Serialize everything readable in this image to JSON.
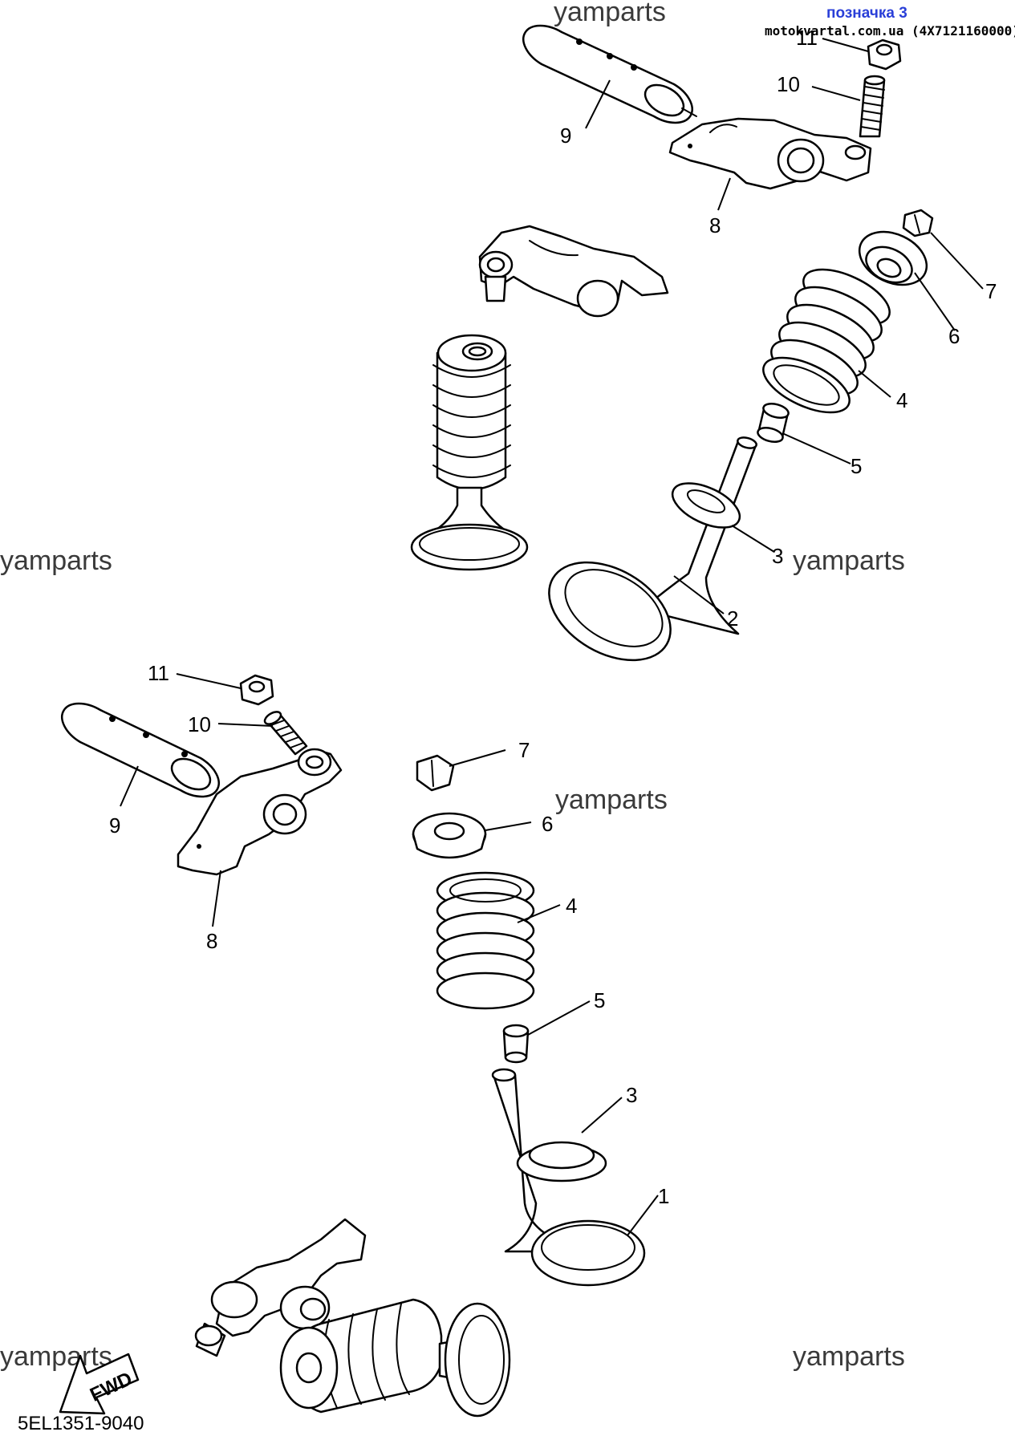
{
  "header": {
    "tag": "позначка 3",
    "source": "motokvartal.com.ua (4X7121160000)"
  },
  "watermark": "yamparts",
  "callouts": {
    "upper": [
      "11",
      "10",
      "9",
      "8",
      "7",
      "6",
      "4",
      "5",
      "3",
      "2"
    ],
    "lower": [
      "11",
      "10",
      "9",
      "8",
      "7",
      "6",
      "4",
      "5",
      "3",
      "1"
    ]
  },
  "fwd_label": "FWD",
  "diagram_code": "5EL1351-9040"
}
